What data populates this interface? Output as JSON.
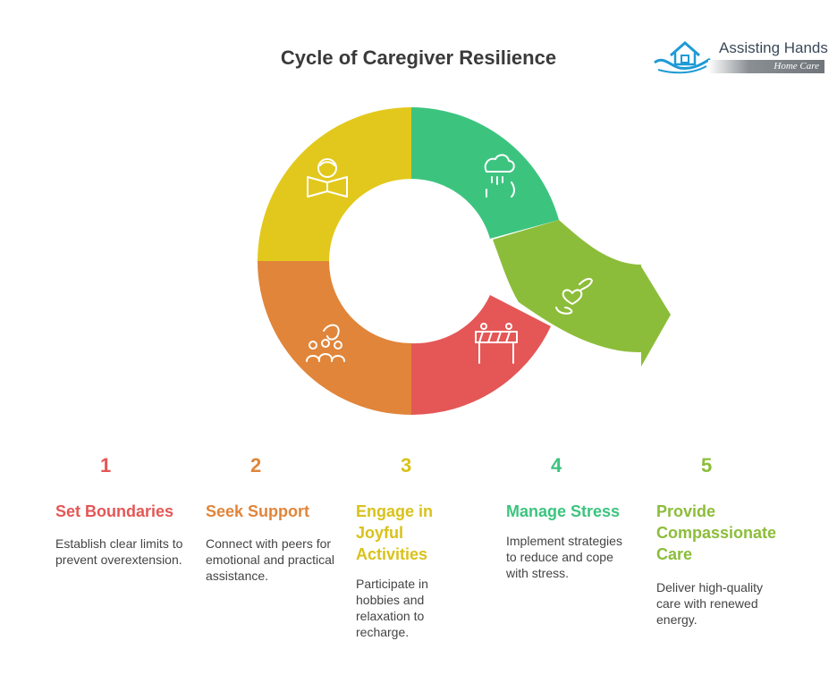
{
  "title": "Cycle of Caregiver Resilience",
  "logo": {
    "name": "Assisting Hands",
    "sub": "Home Care",
    "icon": "house-in-hand-logo"
  },
  "colors": {
    "red": "#e45756",
    "orange": "#e0853a",
    "yellow": "#e2c81c",
    "green": "#3cc47f",
    "lime": "#8cbd3a"
  },
  "steps": [
    {
      "number": "1",
      "heading": "Set Boundaries",
      "description": "Establish clear limits to prevent overextension.",
      "icon": "barrier-icon",
      "color": "#e45756"
    },
    {
      "number": "2",
      "heading": "Seek Support",
      "description": "Connect with peers for emotional and practical assistance.",
      "icon": "support-group-icon",
      "color": "#e0853a"
    },
    {
      "number": "3",
      "heading": "Engage in Joyful Activities",
      "description": "Participate in hobbies and relaxation to recharge.",
      "icon": "reading-person-icon",
      "color": "#d9c21a"
    },
    {
      "number": "4",
      "heading": "Manage Stress",
      "description": "Implement strategies to reduce and cope with stress.",
      "icon": "stress-cloud-head-icon",
      "color": "#3cc47f"
    },
    {
      "number": "5",
      "heading": "Provide Compassionate Care",
      "description": "Deliver high-quality care with renewed energy.",
      "icon": "heart-in-hands-icon",
      "color": "#8cbd3a"
    }
  ]
}
